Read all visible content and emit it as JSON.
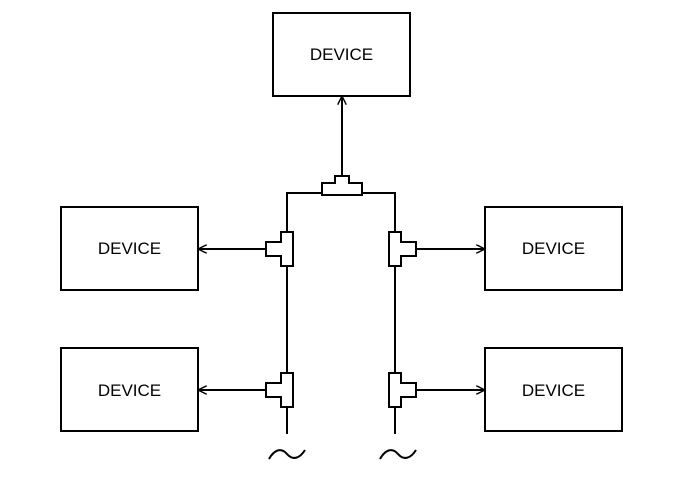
{
  "devices": [
    {
      "label": "DEVICE"
    },
    {
      "label": "DEVICE"
    },
    {
      "label": "DEVICE"
    },
    {
      "label": "DEVICE"
    },
    {
      "label": "DEVICE"
    }
  ],
  "colors": {
    "stroke": "#000000",
    "background": "#ffffff"
  }
}
